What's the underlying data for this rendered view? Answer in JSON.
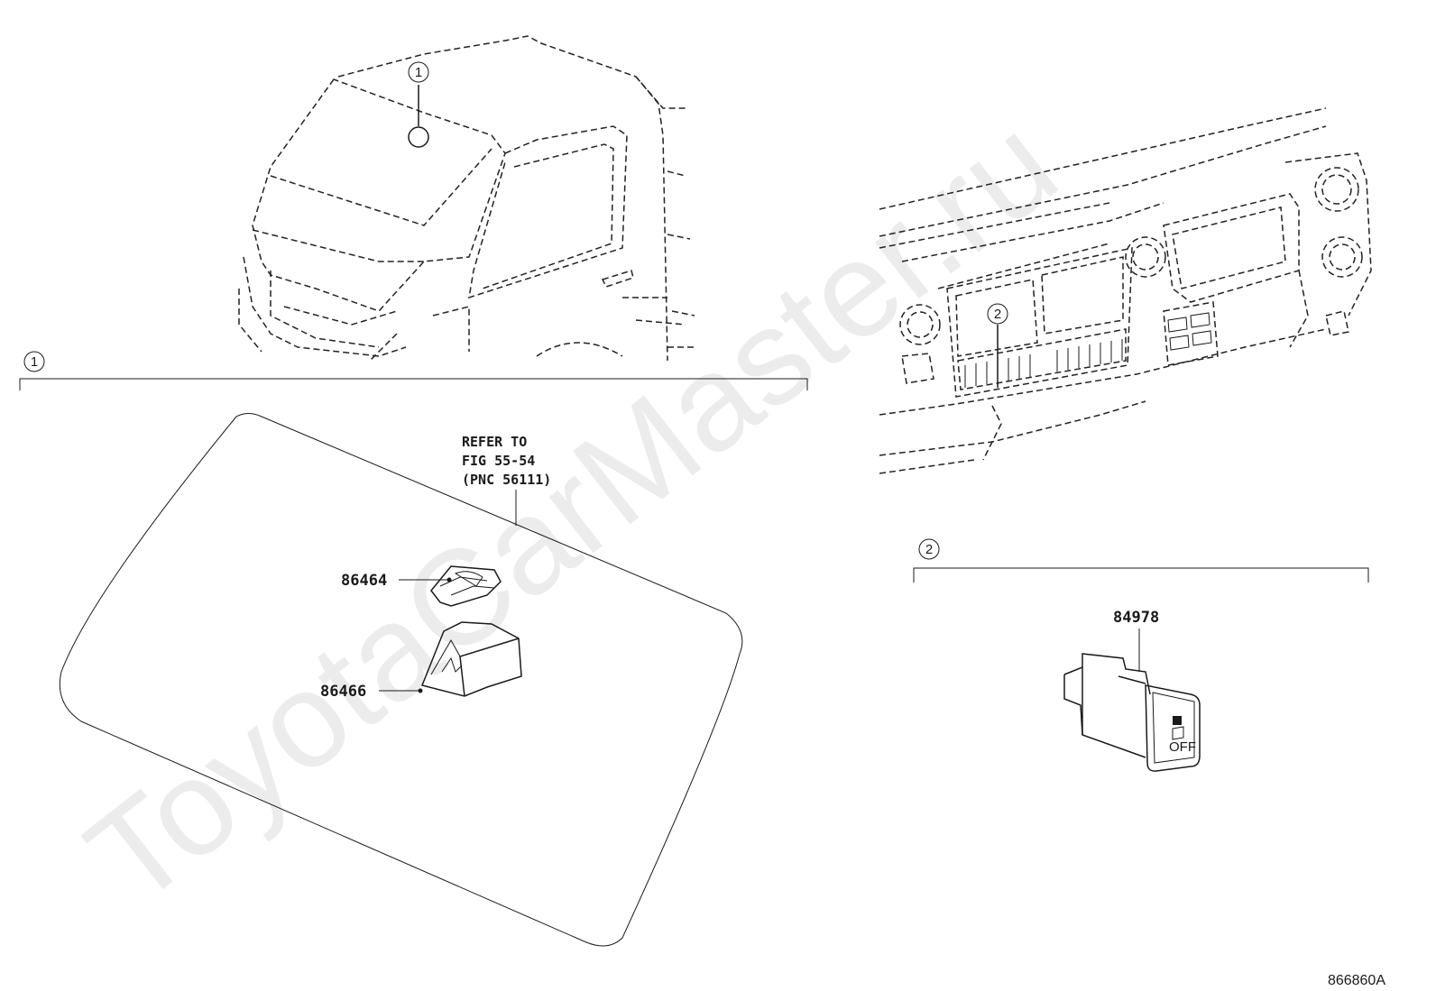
{
  "watermark": "ToyotaCarMaster.ru",
  "figure_id": "866860A",
  "callouts": {
    "one": "1",
    "two": "2"
  },
  "reference_note": {
    "line1": "REFER TO",
    "line2": "FIG 55-54",
    "line3": "(PNC 56111)"
  },
  "parts": {
    "bracket": "86464",
    "cover": "86466",
    "switch": "84978"
  },
  "switch_face": {
    "off_text": "OFF"
  }
}
